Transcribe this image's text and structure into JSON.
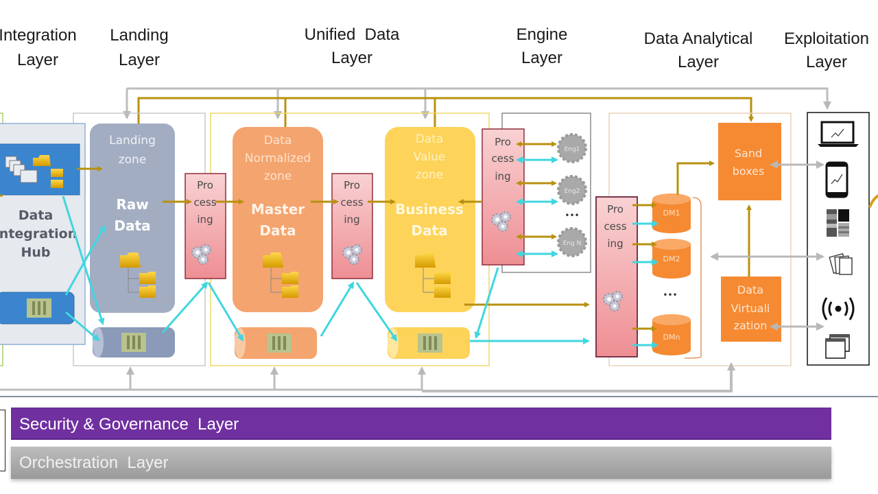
{
  "layers": {
    "integration": [
      "Integration",
      "Layer"
    ],
    "landing": [
      "Landing",
      "Layer"
    ],
    "unified": [
      "Unified  Data",
      "Layer"
    ],
    "engine": [
      "Engine",
      "Layer"
    ],
    "analytical": [
      "Data Analytical",
      "Layer"
    ],
    "exploitation": [
      "Exploitation",
      "Layer"
    ]
  },
  "integration_hub": {
    "title": [
      "Data",
      "Integration",
      "Hub"
    ]
  },
  "landing_zone": {
    "zone_label": [
      "Landing",
      "zone"
    ],
    "data_label": [
      "Raw",
      "Data"
    ]
  },
  "normalized_zone": {
    "zone_label": [
      "Data",
      "Normalized",
      "zone"
    ],
    "data_label": [
      "Master",
      "Data"
    ]
  },
  "value_zone": {
    "zone_label": [
      "Data",
      "Value",
      "zone"
    ],
    "data_label": [
      "Business",
      "Data"
    ]
  },
  "processing_label": [
    "Pro",
    "cess",
    "ing"
  ],
  "engines": [
    "Eng1",
    "Eng2",
    "•••",
    "Eng N"
  ],
  "data_marts": [
    "DM1",
    "DM2",
    "•••",
    "DMn"
  ],
  "sandboxes": [
    "Sand",
    "boxes"
  ],
  "virtualization": [
    "Data",
    "Virtuali",
    "zation"
  ],
  "exploitation_icons": [
    "laptop-chart-icon",
    "tablet-chart-icon",
    "dashboard-icon",
    "documents-icon",
    "broadcast-icon",
    "windows-icon"
  ],
  "bottom_layers": {
    "security": "Security & Governance  Layer",
    "orchestration": "Orchestration  Layer"
  },
  "colors": {
    "gold_arrow": "#b8900f",
    "cyan_arrow": "#3fd6e0",
    "grey_arrow": "#b8b8b8",
    "landing": "#a3adc2",
    "normalized": "#f4a46e",
    "value": "#fdd35a",
    "processing": "#f2a0a4",
    "analytics_orange": "#f58a32",
    "security": "#7030a0",
    "orchestration": "#aaaaaa",
    "hub_blue": "#3b85cf"
  }
}
